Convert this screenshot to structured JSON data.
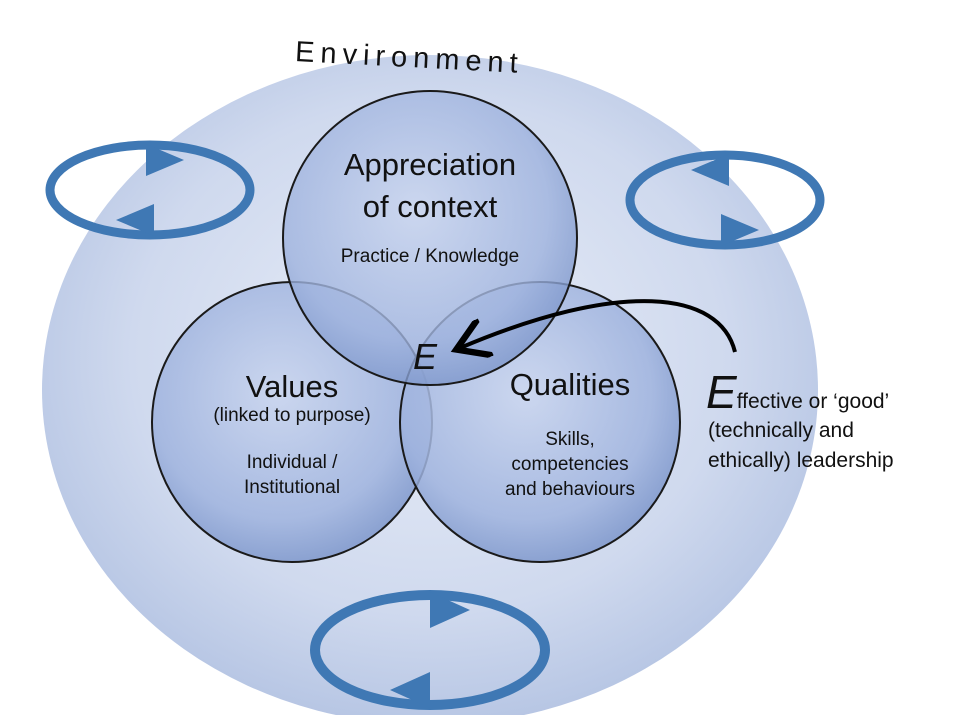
{
  "environment_label": "Environment",
  "circles": {
    "context": {
      "title_line1": "Appreciation",
      "title_line2": "of context",
      "subtitle": "Practice / Knowledge"
    },
    "values": {
      "title": "Values",
      "subtitle": "(linked to purpose)",
      "detail_line1": "Individual /",
      "detail_line2": "Institutional"
    },
    "qualities": {
      "title": "Qualities",
      "detail_line1": "Skills,",
      "detail_line2": "competencies",
      "detail_line3": "and behaviours"
    }
  },
  "intersection_label": "E",
  "effective": {
    "initial": "E",
    "line1_rest": "ffective or ‘good’",
    "line2": "(technically and",
    "line3": "ethically) leadership"
  },
  "colors": {
    "background": "#ffffff",
    "environment_fill": "#c9d3ea",
    "circle_fill": "#9bb0dc",
    "circle_stroke": "#1a1a1a",
    "cycle_arrow": "#3f78b4",
    "pointer_arrow": "#000000"
  },
  "icons": [
    "cycle-arrows-icon",
    "curved-arrow-icon"
  ]
}
